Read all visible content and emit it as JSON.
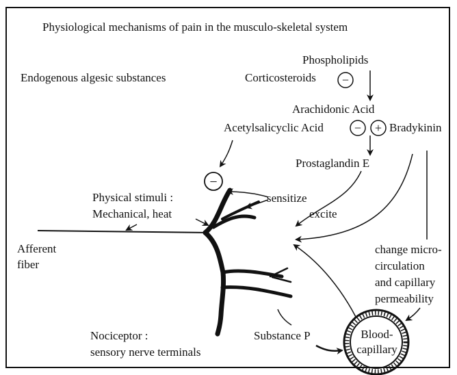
{
  "title": "Physiological mechanisms of pain in the musculo-skeletal system",
  "labels": {
    "endogenous": "Endogenous algesic substances",
    "phospholipids": "Phospholipids",
    "corticosteroids": "Corticosteroids",
    "arachidonic": "Arachidonic Acid",
    "acetylsalicylic": "Acetylsalicyclic Acid",
    "bradykinin": "Bradykinin",
    "prostaglandin": "Prostaglandin E",
    "physical_stimuli_1": "Physical stimuli :",
    "physical_stimuli_2": "Mechanical, heat",
    "sensitize": "sensitize",
    "excite": "excite",
    "afferent_1": "Afferent",
    "afferent_2": "fiber",
    "change_1": "change micro-",
    "change_2": "circulation",
    "change_3": "and capillary",
    "change_4": "permeability",
    "nociceptor_1": "Nociceptor :",
    "nociceptor_2": "sensory nerve terminals",
    "substance_p": "Substance P",
    "blood_1": "Blood-",
    "blood_2": "capillary"
  },
  "symbols": {
    "minus": "−",
    "plus": "+"
  }
}
